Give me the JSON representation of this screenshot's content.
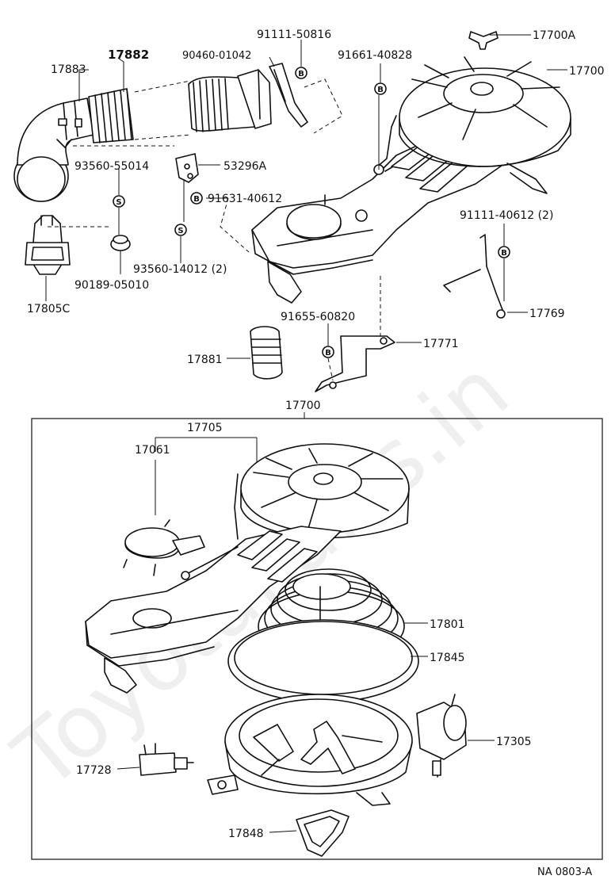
{
  "watermark": "ToyotaParts.in",
  "diagram_code": "NA 0803-A",
  "callouts": {
    "p17883": "17883",
    "p17882": "17882",
    "p90460": "90460-01042",
    "p91111_50816": "91111-50816",
    "p91661": "91661-40828",
    "p17700A": "17700A",
    "p17700_top": "17700",
    "p93560_55014": "93560-55014",
    "p53296A": "53296A",
    "p91631": "91631-40612",
    "p91111_40612": "91111-40612 (2)",
    "p93560_14012": "93560-14012 (2)",
    "p90189": "90189-05010",
    "p17805C": "17805C",
    "p17769": "17769",
    "p91655": "91655-60820",
    "p17771": "17771",
    "p17881": "17881",
    "p17700_box": "17700",
    "p17705": "17705",
    "p17061": "17061",
    "p17801": "17801",
    "p17845": "17845",
    "p17305": "17305",
    "p17728": "17728",
    "p17848": "17848"
  },
  "markers": {
    "bolt": "B",
    "screw": "S"
  }
}
